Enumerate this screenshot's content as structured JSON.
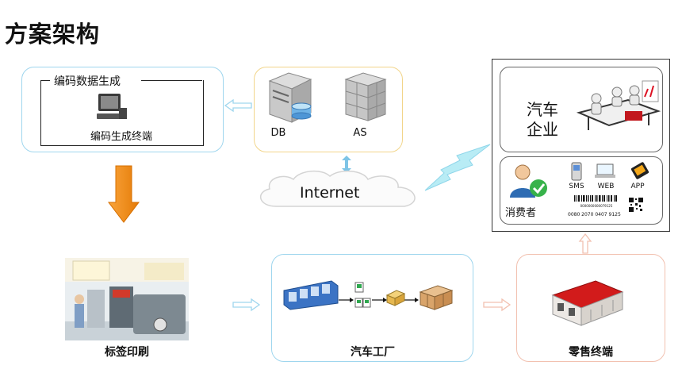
{
  "title": "方案架构",
  "encoding": {
    "group_label": "编码数据生成",
    "terminal_label": "编码生成终端"
  },
  "servers": {
    "db_label": "DB",
    "as_label": "AS"
  },
  "internet": {
    "label": "Internet"
  },
  "enterprise": {
    "label_line1": "汽车",
    "label_line2": "企业"
  },
  "consumer": {
    "label": "消费者",
    "channels": [
      "SMS",
      "WEB",
      "APP"
    ],
    "barcode_number": "0080 2070 0407 9125",
    "barcode_small": "0000000000079125"
  },
  "printing": {
    "label": "标签印刷"
  },
  "factory": {
    "label": "汽车工厂"
  },
  "retail": {
    "label": "零售终端"
  },
  "colors": {
    "box_blue": "#9fd6ee",
    "box_gold": "#f2d58a",
    "box_pink": "#f2c1b0",
    "arrow_orange": "#f08a10",
    "lightning": "#b8ecf5"
  }
}
